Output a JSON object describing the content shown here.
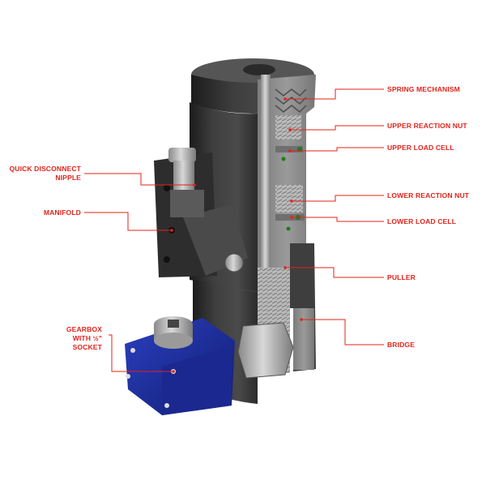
{
  "colors": {
    "label": "#e2231a",
    "body_dark": "#3a3a3a",
    "cutaway": "#8d8d8d",
    "gearbox": "#1f2f9e",
    "load_cell_ring": "#1f7a1f"
  },
  "labels": {
    "spring_mechanism": "SPRING MECHANISM",
    "upper_reaction_nut": "UPPER REACTION NUT",
    "upper_load_cell": "UPPER LOAD CELL",
    "quick_disconnect_line1": "QUICK DISCONNECT",
    "quick_disconnect_line2": "NIPPLE",
    "manifold": "MANIFOLD",
    "lower_reaction_nut": "LOWER REACTION NUT",
    "lower_load_cell": "LOWER LOAD CELL",
    "puller": "PULLER",
    "bridge": "BRIDGE",
    "gearbox_line1": "GEARBOX",
    "gearbox_line2": "WITH ½\"",
    "gearbox_line3": "SOCKET"
  }
}
